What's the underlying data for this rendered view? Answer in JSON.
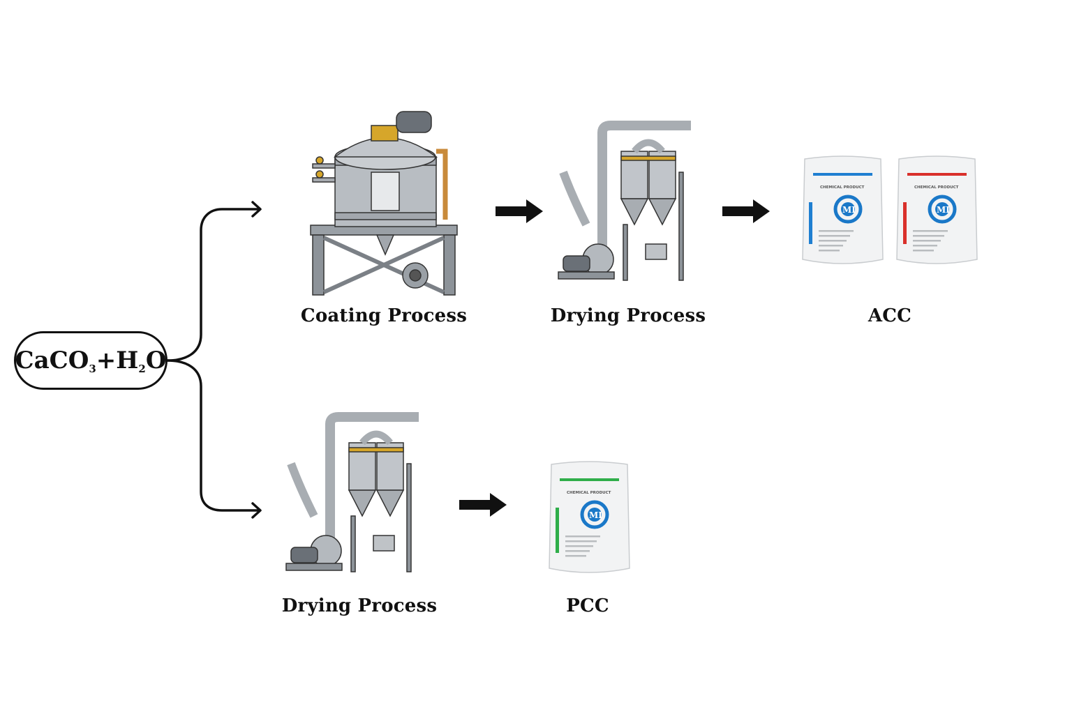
{
  "input": {
    "compound1_base": "CaCO",
    "compound1_sub": "3",
    "plus": "+",
    "compound2_a": "H",
    "compound2_sub": "2",
    "compound2_b": "O"
  },
  "top_branch": {
    "step1_label": "Coating Process",
    "step2_label": "Drying Process",
    "product_label": "ACC"
  },
  "bottom_branch": {
    "step1_label": "Drying Process",
    "product_label": "PCC"
  },
  "bags": {
    "heading_text": "CHEMICAL PRODUCT",
    "logo_text": "MI",
    "colors": {
      "blue": "#1f7fd1",
      "red": "#d9302b",
      "green": "#2fae4a",
      "logo": "#1a78c8"
    }
  }
}
